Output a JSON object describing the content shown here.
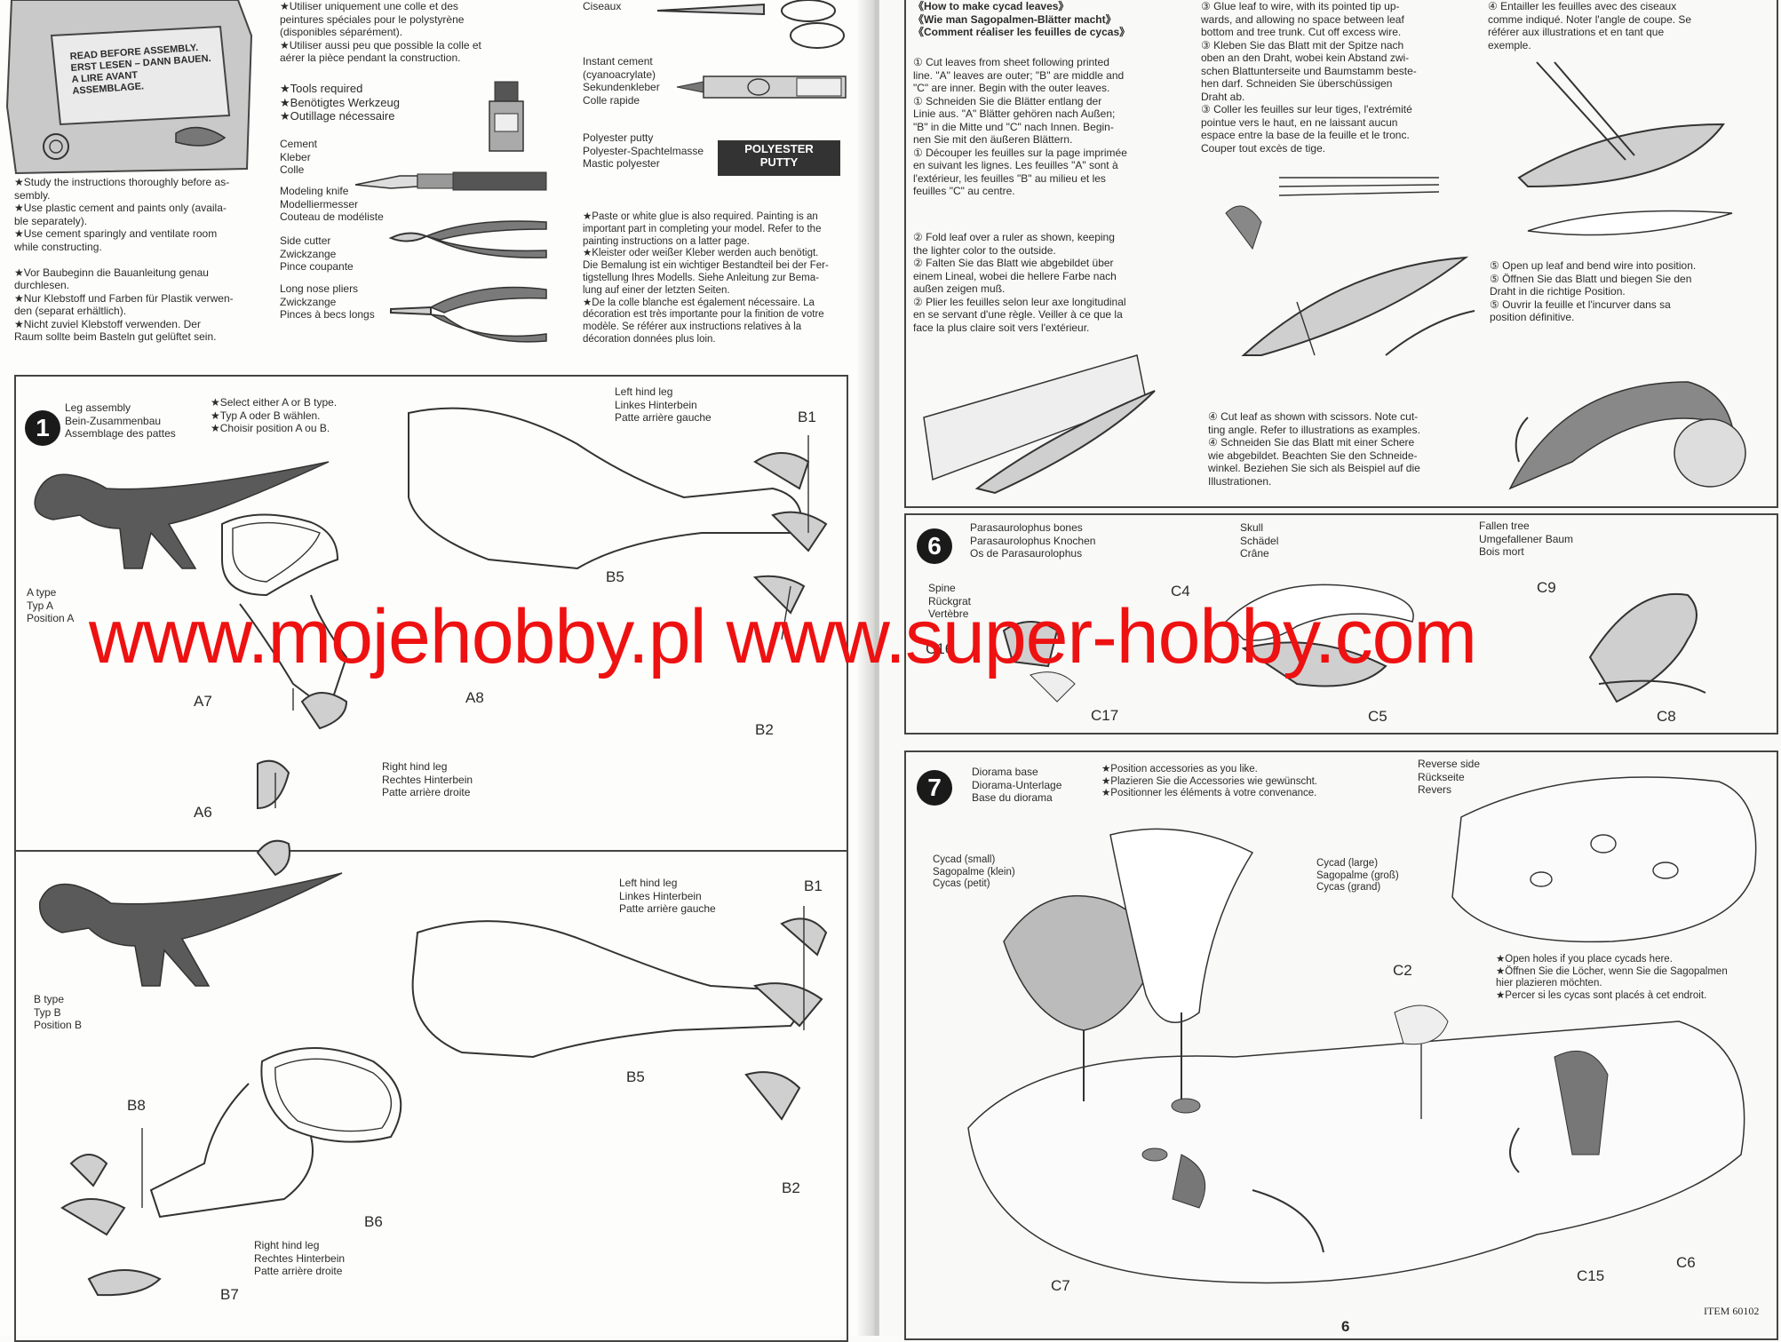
{
  "left_page": {
    "sign_text": "READ BEFORE ASSEMBLY.\nERST LESEN – DANN BAUEN.\nA LIRE AVANT\nASSEMBLAGE.",
    "intro_notes": "★Study the instructions thoroughly before as-\nsembly.\n★Use plastic cement and paints only (availa-\nble separately).\n★Use cement sparingly and ventilate room\nwhile constructing.\n\n★Vor Baubeginn die Bauanleitung genau\ndurchlesen.\n★Nur Klebstoff und Farben für Plastik verwen-\nden (separat erhältlich).\n★Nicht zuviel Klebstoff verwenden. Der\nRaum sollte beim Basteln gut gelüftet sein.",
    "fr_notes": "★Utiliser uniquement une colle et des\npeintures spéciales pour le polystyrène\n(disponibles séparément).\n★Utiliser aussi peu que possible la colle et\naérer la pièce pendant la construction.",
    "tools_title": "★Tools required\n★Benötigtes Werkzeug\n★Outillage nécessaire",
    "tool_cement": "Cement\nKleber\nColle",
    "tool_knife": "Modeling knife\nModelliermesser\nCouteau de modéliste",
    "tool_cutter": "Side cutter\nZwickzange\nPince coupante",
    "tool_pliers": "Long nose pliers\nZwickzange\nPinces à becs longs",
    "tool_scissors": "Ciseaux",
    "tool_instant": "Instant cement\n(cyanoacrylate)\nSekundenkleber\nColle rapide",
    "tool_putty": "Polyester putty\nPolyester-Spachtelmasse\nMastic polyester",
    "putty_brand": "POLYESTER\nPUTTY",
    "paint_note": "★Paste or white glue is also required. Painting is an\nimportant part in completing your model. Refer to the\npainting instructions on a latter page.\n★Kleister oder weißer Kleber werden auch benötigt.\nDie Bemalung ist ein wichtiger Bestandteil bei der Fer-\ntigstellung Ihres Modells. Siehe Anleitung zur Bema-\nlung auf einer der letzten Seiten.\n★De la colle blanche est également nécessaire. La\ndécoration est très importante pour la finition de votre\nmodèle. Se référer aux instructions relatives à la\ndécoration données plus loin.",
    "step1": {
      "number": "1",
      "title": "Leg assembly\nBein-Zusammenbau\nAssemblage des pattes",
      "note": "★Select either A or B type.\n★Typ A oder B wählen.\n★Choisir position A ou B.",
      "a_type": "A type\nTyp A\nPosition A",
      "b_type": "B type\nTyp B\nPosition B",
      "left_leg": "Left hind leg\nLinkes Hinterbein\nPatte arrière gauche",
      "right_leg": "Right hind leg\nRechtes Hinterbein\nPatte arrière droite",
      "parts": [
        "B1",
        "B5",
        "B2",
        "A7",
        "A8",
        "A6",
        "B1",
        "B5",
        "B8",
        "B2",
        "B6",
        "B7"
      ]
    }
  },
  "right_page": {
    "cycad_title": "《How to make cycad leaves》\n《Wie man Sagopalmen-Blätter macht》\n《Comment réaliser les feuilles de cycas》",
    "cycad_1": "① Cut leaves from sheet following printed\nline. \"A\" leaves are outer; \"B\" are middle and\n\"C\" are inner. Begin with the outer leaves.\n① Schneiden Sie die Blätter entlang der\nLinie aus. \"A\" Blätter gehören nach Außen;\n\"B\" in die Mitte und \"C\" nach Innen. Begin-\nnen Sie mit den äußeren Blättern.\n① Découper les feuilles sur la page imprimée\nen suivant les lignes. Les feuilles \"A\" sont à\nl'extérieur, les feuilles \"B\" au milieu et les\nfeuilles \"C\" au centre.",
    "cycad_2": "② Fold leaf over a ruler as shown, keeping\nthe lighter color to the outside.\n② Falten Sie das Blatt wie abgebildet über\neinem Lineal, wobei die hellere Farbe nach\naußen zeigen muß.\n② Plier les feuilles selon leur axe longitudinal\nen se servant d'une règle. Veiller à ce que la\nface la plus claire soit vers l'extérieur.",
    "cycad_3": "③ Glue leaf to wire, with its pointed tip up-\nwards, and allowing no space between leaf\nbottom and tree trunk. Cut off excess wire.\n③ Kleben Sie das Blatt mit der Spitze nach\noben an den Draht, wobei kein Abstand zwi-\nschen Blattunterseite und Baumstamm beste-\nhen darf. Schneiden Sie überschüssigen\nDraht ab.\n③ Coller les feuilles sur leur tiges, l'extrémité\npointue vers le haut, en ne laissant aucun\nespace entre la base de la feuille et le tronc.\nCouper tout excès de tige.",
    "cycad_4_top": "④ Entailler les feuilles avec des ciseaux\ncomme indiqué. Noter l'angle de coupe. Se\nréférer aux illustrations et en tant que\nexemple.",
    "cycad_4": "④ Cut leaf as shown with scissors. Note cut-\nting angle. Refer to illustrations as examples.\n④ Schneiden Sie das Blatt mit einer Schere\nwie abgebildet. Beachten Sie den Schneide-\nwinkel. Beziehen Sie sich als Beispiel auf die\nIllustrationen.",
    "cycad_5": "⑤ Open up leaf and bend wire into position.\n⑤ Öffnen Sie das Blatt und biegen Sie den\nDraht in die richtige Position.\n⑤ Ouvrir la feuille et l'incurver dans sa\nposition définitive.",
    "step6": {
      "number": "6",
      "title": "Parasaurolophus bones\nParasaurolophus Knochen\nOs de Parasaurolophus",
      "skull": "Skull\nSchädel\nCrâne",
      "tree": "Fallen tree\nUmgefallener Baum\nBois mort",
      "spine": "Spine\nRückgrat\nVertèbre",
      "parts": [
        "C4",
        "C9",
        "C16",
        "C17",
        "C5",
        "C8"
      ]
    },
    "step7": {
      "number": "7",
      "title": "Diorama base\nDiorama-Unterlage\nBase du diorama",
      "note": "★Position accessories as you like.\n★Plazieren Sie die Accessories wie gewünscht.\n★Positionner les éléments à votre convenance.",
      "reverse": "Reverse side\nRückseite\nRevers",
      "cycad_small": "Cycad (small)\nSagopalme (klein)\nCycas (petit)",
      "cycad_large": "Cycad (large)\nSagopalme (groß)\nCycas (grand)",
      "holes": "★Open holes if you place cycads here.\n★Öffnen Sie die Löcher, wenn Sie die Sagopalmen\nhier plazieren möchten.\n★Percer si les cycas sont placés à cet endroit.",
      "parts": [
        "C2",
        "C7",
        "C15",
        "C6"
      ]
    },
    "page_number": "6",
    "item_code": "ITEM 60102"
  },
  "watermark": "www.mojehobby.pl www.super-hobby.com",
  "colors": {
    "paper": "#fbfbf9",
    "ink": "#2b2b2b",
    "watermark": "#ee1111"
  }
}
